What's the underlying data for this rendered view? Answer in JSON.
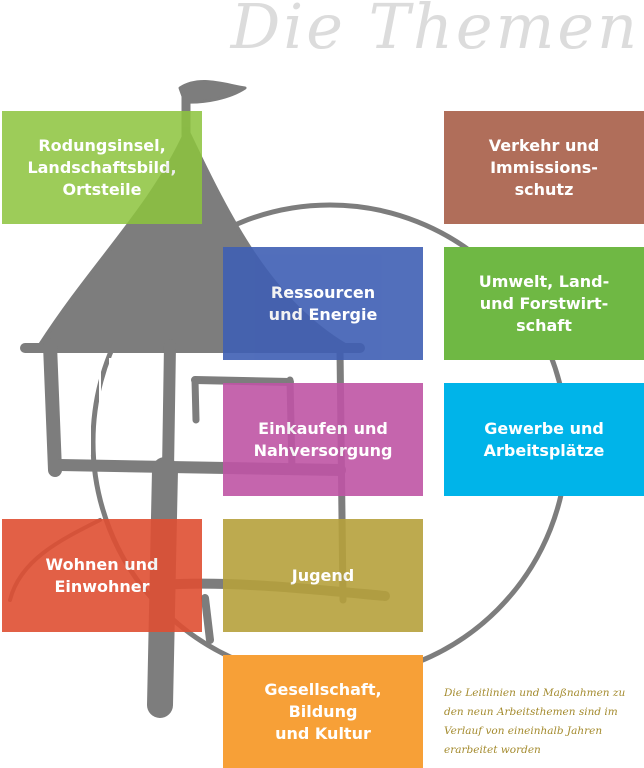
{
  "title": "Die Themen",
  "themes": [
    {
      "label": "Rodungsinsel,\nLandschaftsbild,\nOrtsteile",
      "color": "#8dc43e"
    },
    {
      "label": "Verkehr und\nImmissions-\nschutz",
      "color": "#b06e5a"
    },
    {
      "label": "Ressourcen\nund Energie",
      "color": "#3f5fb4"
    },
    {
      "label": "Umwelt, Land-\nund Forstwirt-\nschaft",
      "color": "#6fb844"
    },
    {
      "label": "Einkaufen und\nNahversorgung",
      "color": "#bf55a5"
    },
    {
      "label": "Gewerbe und\nArbeitsplätze",
      "color": "#00b4e9"
    },
    {
      "label": "Wohnen und\nEinwohner",
      "color": "#df4f33"
    },
    {
      "label": "Jugend",
      "color": "#b6a13c"
    },
    {
      "label": "Gesellschaft,\nBildung\nund Kultur",
      "color": "#f7a037"
    }
  ],
  "caption": "Die Leitlinien und Maßnahmen zu den neun Arbeitsthemen sind im Verlauf von eineinhalb Jahren erarbeitet worden",
  "colors": {
    "title": "#dcdcdc",
    "caption": "#a48b2e",
    "sketch": "#7d7d7d"
  }
}
